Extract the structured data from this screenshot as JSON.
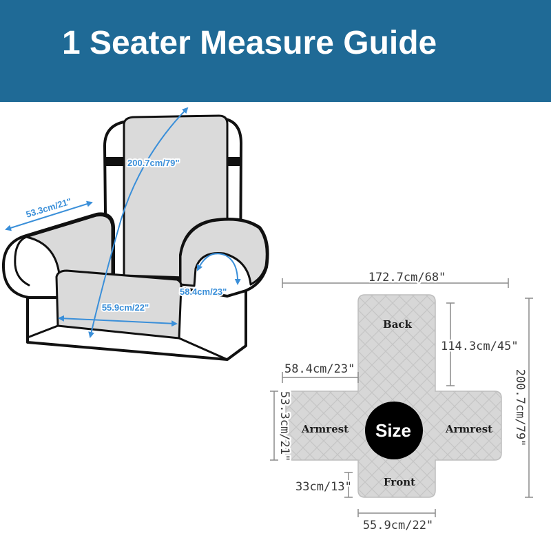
{
  "banner": {
    "title": "1 Seater Measure Guide"
  },
  "chair": {
    "labels": {
      "back_length": "200.7cm/79\"",
      "arm_width": "53.3cm/21\"",
      "arm_height": "58.4cm/23\"",
      "seat_width": "55.9cm/22\""
    }
  },
  "flat_layout": {
    "panels": {
      "back": "Back",
      "armrest_left": "Armrest",
      "armrest_right": "Armrest",
      "front": "Front"
    },
    "badge": "Size",
    "dimensions": {
      "total_width": "172.7cm/68\"",
      "total_length": "200.7cm/79\"",
      "back_length": "114.3cm/45\"",
      "armrest_width": "58.4cm/23\"",
      "armrest_length": "53.3cm/21\"",
      "front_length": "33cm/13\"",
      "front_width": "55.9cm/22\""
    }
  },
  "colors": {
    "banner": "#1f6a96",
    "accent_blue": "#3a8fd9",
    "cover_grey": "#d7d7d7",
    "badge": "#000000"
  }
}
